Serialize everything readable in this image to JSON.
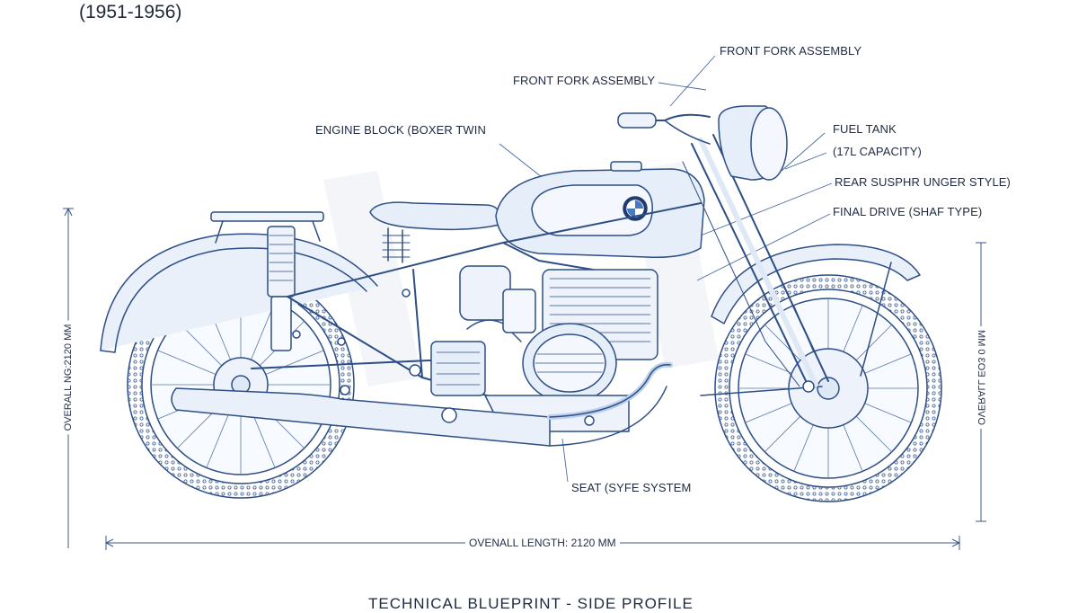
{
  "header": {
    "years": "(1951-1956)"
  },
  "callouts": {
    "front_fork_top": "FRONT FORK ASSEMBLY",
    "front_fork": "FRONT FORK ASSEMBLY",
    "engine_block": "ENGINE BLOCK (BOXER TWIN",
    "fuel_tank": "FUEL TANK",
    "fuel_tank_capacity": "(17L CAPACITY)",
    "rear_suspension": "REAR SUSPНR UNGER STYLE)",
    "final_drive": "FINAL DRIVE (SHAF TYPE)",
    "seat": "SEAT (SYFE SYSTEM"
  },
  "dimensions": {
    "length": "OVENALL LENGTH: 2120 MM",
    "height_left": "OVERALL NG:2120 MM",
    "height_right": "OVERALL EO3 0 MM"
  },
  "footer": {
    "caption": "TECHNICAL BLUEPRINT - SIDE PROFILE"
  },
  "colors": {
    "line": "#2d4e86",
    "tint": "#dfe8f5",
    "background": "#ffffff"
  }
}
